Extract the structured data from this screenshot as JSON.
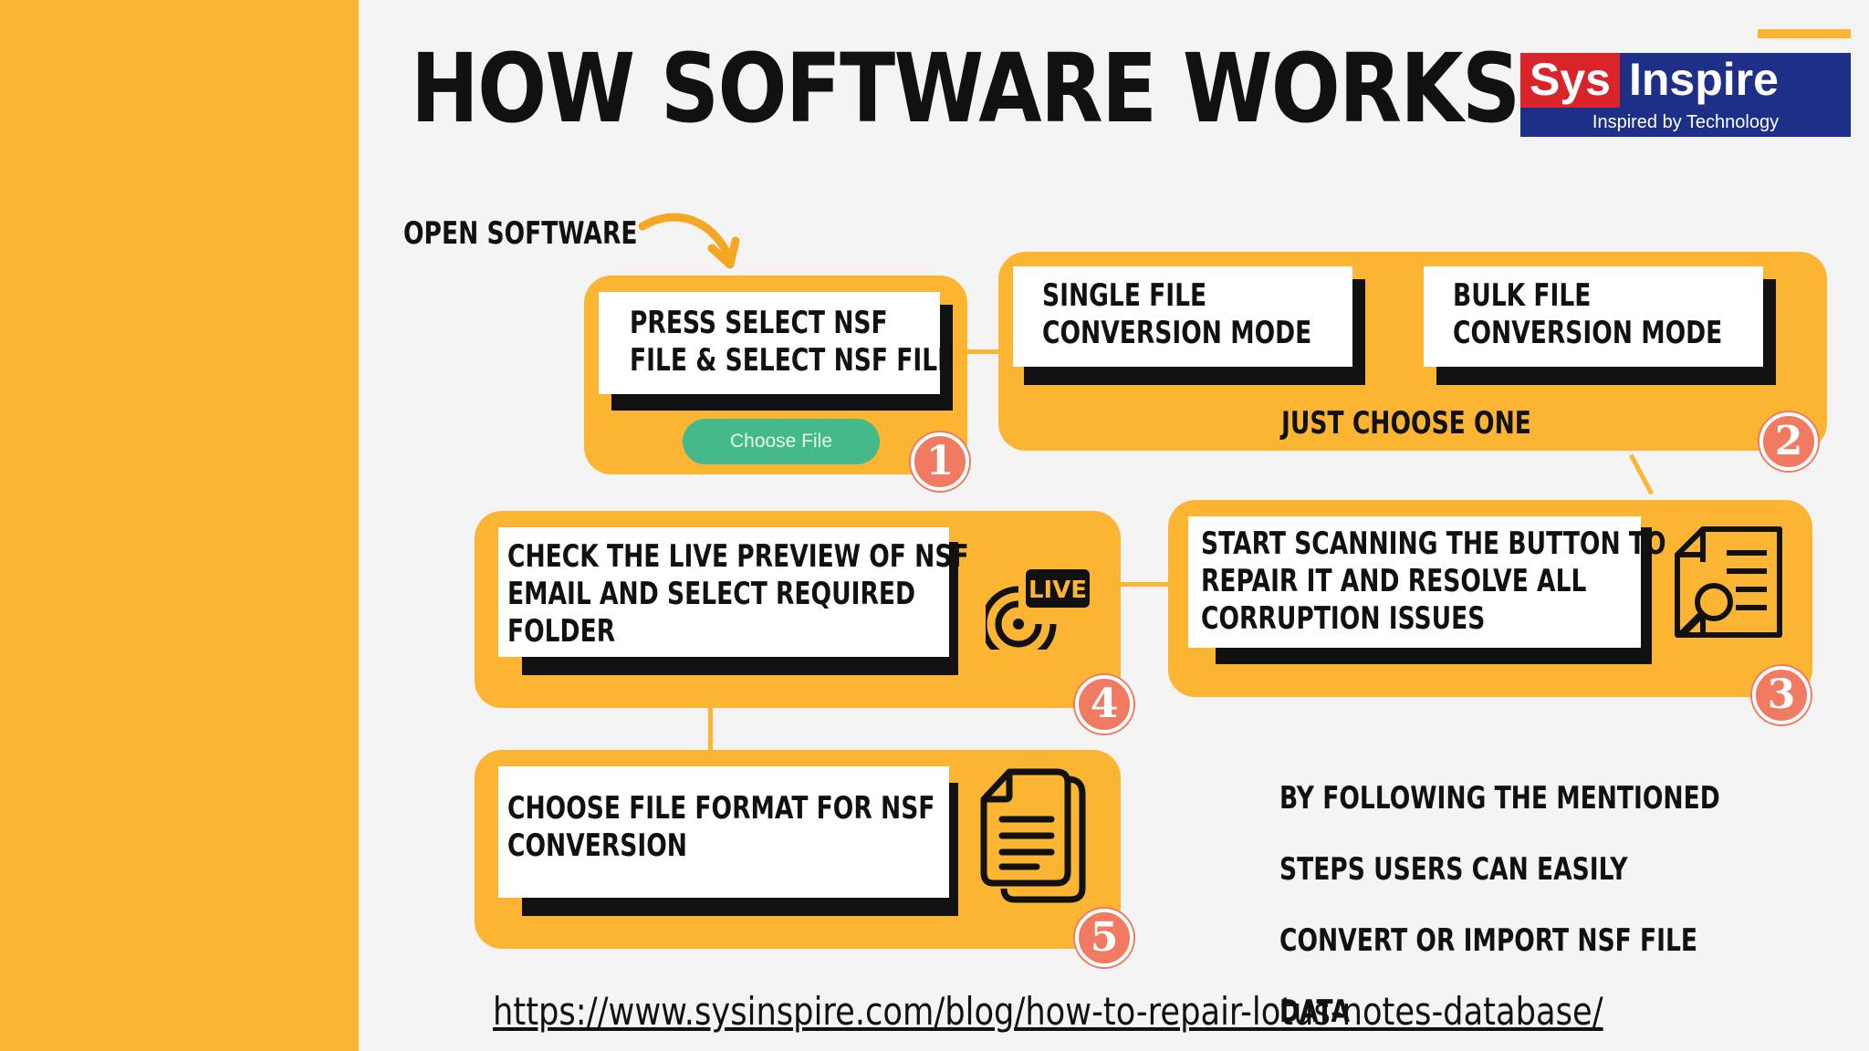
{
  "title": "HOW SOFTWARE WORKS",
  "logo": {
    "sys": "Sys",
    "inspire": "Inspire",
    "tagline": "Inspired by Technology"
  },
  "open_label": "OPEN SOFTWARE",
  "steps": [
    {
      "number": "1",
      "lines": [
        "PRESS SELECT NSF",
        "FILE & SELECT NSF FILE"
      ],
      "button": "Choose File"
    },
    {
      "number": "2",
      "options": [
        {
          "lines": [
            "SINGLE FILE",
            "CONVERSION MODE"
          ]
        },
        {
          "lines": [
            "BULK FILE",
            "CONVERSION MODE"
          ]
        }
      ],
      "note": "JUST CHOOSE ONE"
    },
    {
      "number": "3",
      "lines": [
        "START SCANNING THE BUTTON TO",
        "REPAIR IT AND RESOLVE ALL",
        "CORRUPTION  ISSUES"
      ],
      "icon": "document-search-icon"
    },
    {
      "number": "4",
      "lines": [
        "CHECK THE LIVE PREVIEW OF NSF",
        "EMAIL  AND  SELECT  REQUIRED",
        "FOLDER"
      ],
      "icon_label": "LIVE",
      "icon": "live-broadcast-icon"
    },
    {
      "number": "5",
      "lines": [
        "CHOOSE FILE FORMAT FOR NSF",
        "CONVERSION"
      ],
      "icon": "documents-icon"
    }
  ],
  "summary": [
    "BY FOLLOWING THE MENTIONED",
    "STEPS USERS CAN EASILY",
    "CONVERT OR IMPORT NSF FILE",
    "DATA"
  ],
  "url": "https://www.sysinspire.com/blog/how-to-repair-lotus-notes-database/",
  "colors": {
    "accent": "#fbb532",
    "badge": "#f07a62",
    "button": "#46b98a",
    "text": "#111111"
  }
}
